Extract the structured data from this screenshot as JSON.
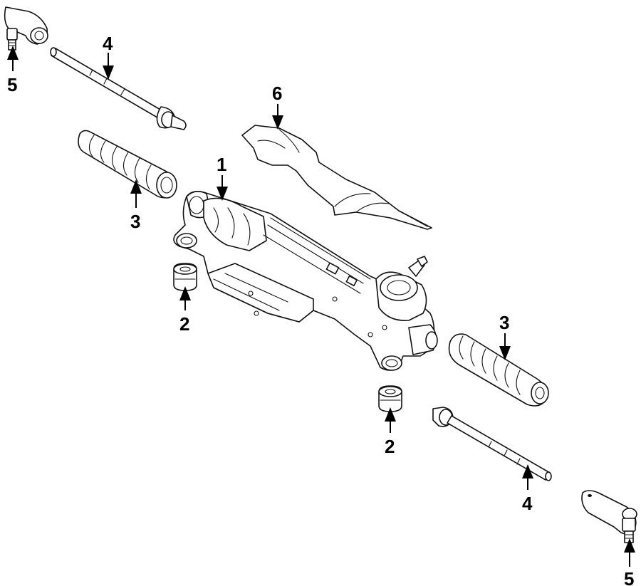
{
  "callouts": {
    "rack_and_pinion": "1",
    "mount_bushing_left": "2",
    "mount_bushing_right": "2",
    "boot_left": "3",
    "boot_right": "3",
    "inner_tie_rod_left": "4",
    "inner_tie_rod_right": "4",
    "outer_tie_rod_end_left": "5",
    "outer_tie_rod_end_right": "5",
    "heat_shield": "6"
  },
  "colors": {
    "line": "#111111",
    "background": "#ffffff",
    "callout": "#000000"
  }
}
